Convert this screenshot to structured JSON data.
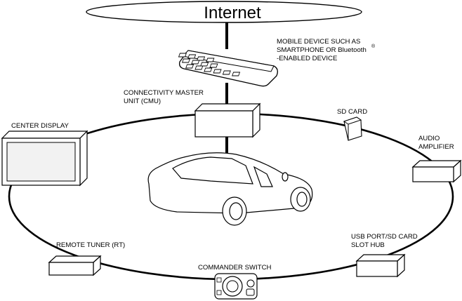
{
  "internet": {
    "label": "Internet"
  },
  "mobile_device": {
    "line1": "MOBILE DEVICE SUCH AS",
    "line2": "SMARTPHONE OR Bluetooth",
    "line3": "-ENABLED DEVICE",
    "reg_mark": "®"
  },
  "cmu": {
    "line1": "CONNECTIVITY MASTER",
    "line2": "UNIT (CMU)"
  },
  "sd_card": {
    "label": "SD CARD"
  },
  "center_display": {
    "label": "CENTER DISPLAY"
  },
  "audio_amplifier": {
    "line1": "AUDIO",
    "line2": "AMPLIFIER"
  },
  "remote_tuner": {
    "label": "REMOTE TUNER (RT)"
  },
  "usb_hub": {
    "line1": "USB PORT/SD CARD",
    "line2": "SLOT HUB"
  },
  "commander_switch": {
    "label": "COMMANDER SWITCH"
  },
  "colors": {
    "stroke": "#000000",
    "background": "#ffffff",
    "screen_fill": "#f2f2f2"
  }
}
